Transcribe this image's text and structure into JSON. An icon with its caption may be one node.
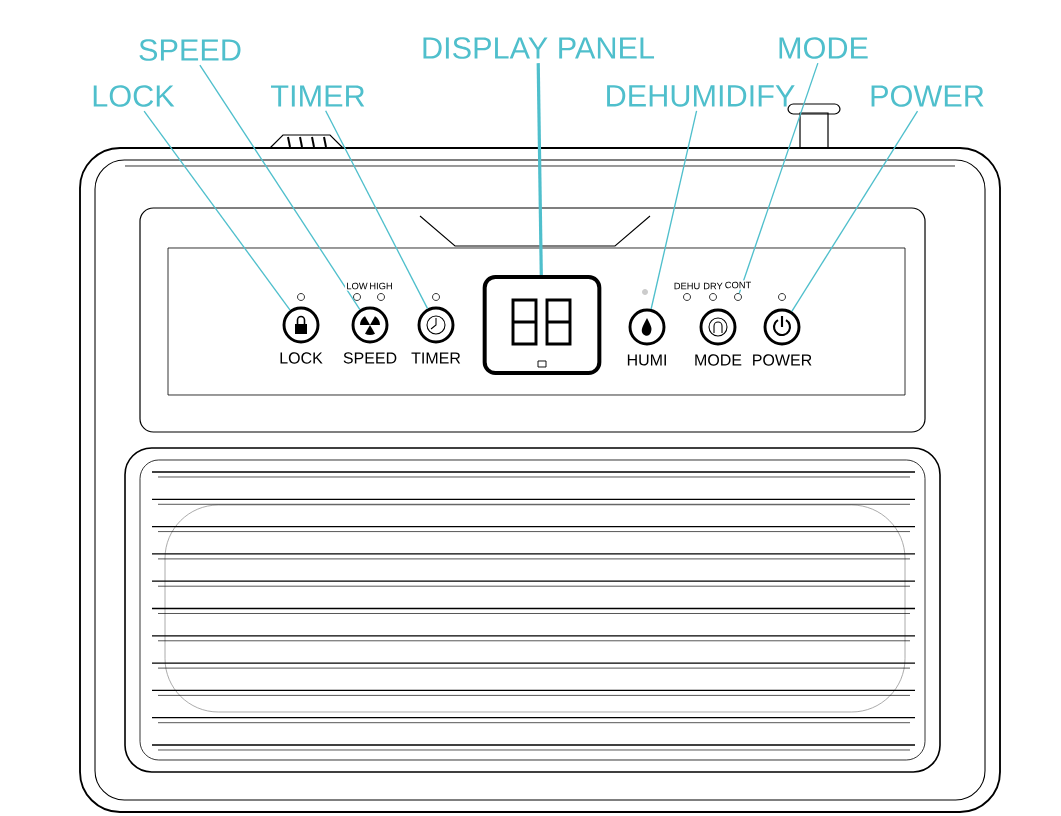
{
  "diagram": {
    "nodes": [
      {
        "text": [
          "LOCK"
        ]
      },
      {
        "text": [
          "SPEED"
        ]
      },
      {
        "text": [
          "TIMER"
        ]
      },
      {
        "text": [
          "DISPLAY PANEL"
        ]
      },
      {
        "text": [
          "DEHUMIDIFY"
        ]
      },
      {
        "text": [
          "MODE"
        ]
      },
      {
        "text": [
          "POWER"
        ]
      },
      {
        "text": [],
        "shape": "circle",
        "beside": [
          "LOCK"
        ]
      },
      {
        "text": [],
        "shape": "circle",
        "beside": [
          "SPEED"
        ]
      },
      {
        "text": [],
        "shape": "circle",
        "beside": [
          "TIMER"
        ]
      },
      {
        "text": [],
        "shape": "box"
      },
      {
        "text": [],
        "shape": "circle",
        "beside": [
          "HUMI"
        ]
      },
      {
        "text": [],
        "shape": "circle"
      },
      {
        "text": [],
        "shape": "circle",
        "beside": [
          "MODE"
        ]
      },
      {
        "text": [],
        "shape": "circle",
        "beside": [
          "POWER"
        ]
      }
    ],
    "edges": [
      {
        "from": 0,
        "to": 7,
        "arrow": "none"
      },
      {
        "from": 1,
        "to": 8,
        "arrow": "none"
      },
      {
        "from": 2,
        "to": 9,
        "arrow": "none"
      },
      {
        "from": 3,
        "to": 10,
        "arrow": "none",
        "style": "thick"
      },
      {
        "from": 4,
        "to": 11,
        "arrow": "none"
      },
      {
        "from": 5,
        "to": 12,
        "arrow": "none"
      },
      {
        "from": 6,
        "to": 14,
        "arrow": "none"
      }
    ],
    "labels": [
      "LOW",
      "HIGH",
      "DEHU",
      "DRY",
      "CONT"
    ]
  }
}
